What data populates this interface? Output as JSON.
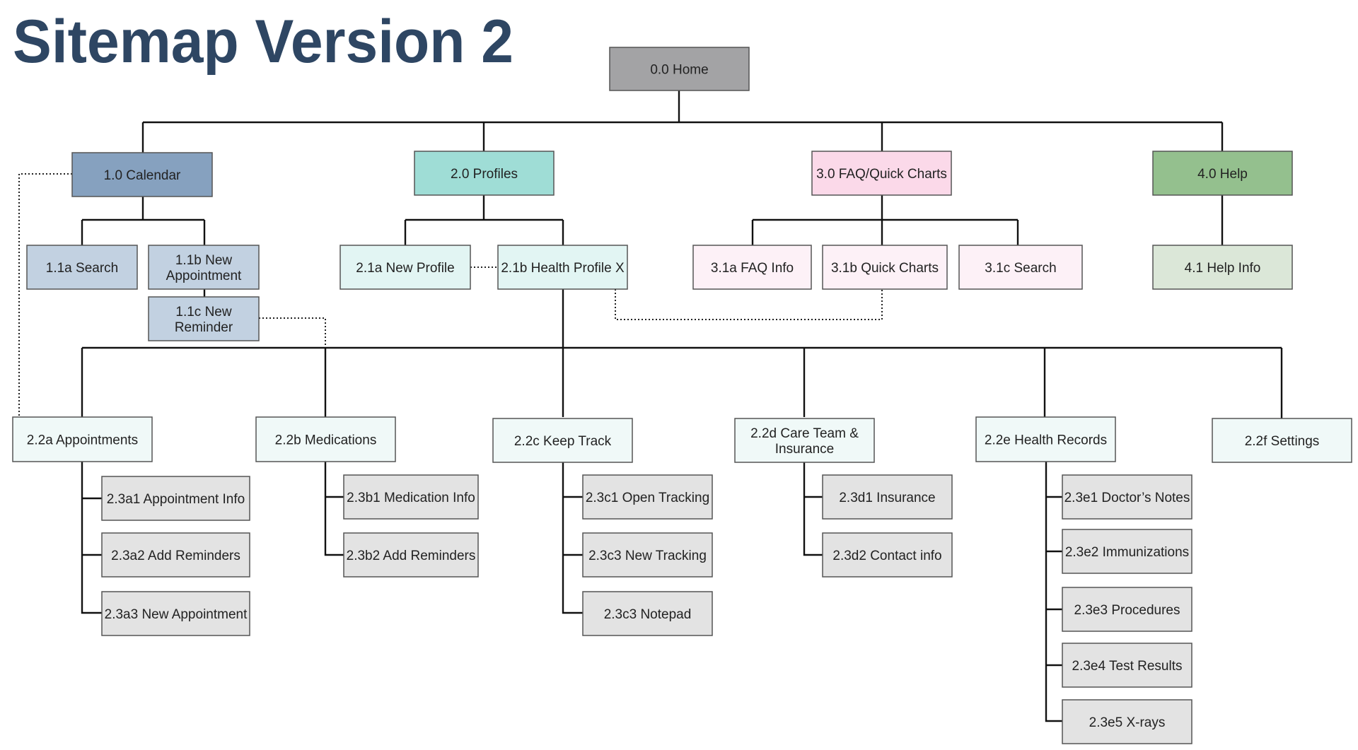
{
  "title": "Sitemap Version 2",
  "colors": {
    "title": "#2e4663",
    "home": "#a3a3a5",
    "calendar": "#86a1bf",
    "calendar_child": "#c2d1e1",
    "profiles": "#9fddd6",
    "profiles_child": "#e2f5f3",
    "profiles_leaf": "#f0f9f8",
    "faq": "#fbd9e9",
    "faq_child": "#fdf1f7",
    "help": "#94c08e",
    "help_child": "#dbe7d8",
    "grey_leaf": "#e3e3e3"
  },
  "nodes": {
    "home": "0.0 Home",
    "calendar": "1.0 Calendar",
    "search_1a": "1.1a Search",
    "new_appointment_1b": [
      "1.1b New",
      "Appointment"
    ],
    "new_reminder_1c": [
      "1.1c New",
      "Reminder"
    ],
    "profiles": "2.0 Profiles",
    "new_profile_2_1a": "2.1a New Profile",
    "health_profile_2_1b": "2.1b Health Profile  X",
    "faq_quick_charts": "3.0 FAQ/Quick Charts",
    "faq_info_3_1a": "3.1a FAQ Info",
    "quick_charts_3_1b": "3.1b Quick Charts",
    "search_3_1c": "3.1c Search",
    "help": "4.0 Help",
    "help_info": "4.1 Help Info",
    "appointments_2_2a": "2.2a Appointments",
    "medications_2_2b": "2.2b Medications",
    "keep_track_2_2c": "2.2c Keep Track",
    "care_team_2_2d": [
      "2.2d Care Team &",
      "Insurance"
    ],
    "health_records_2_2e": "2.2e Health Records",
    "settings_2_2f": "2.2f Settings",
    "appt_info_2_3a1": "2.3a1 Appointment Info",
    "add_reminders_2_3a2": "2.3a2 Add Reminders",
    "new_appointment_2_3a3": "2.3a3 New Appointment",
    "medication_info_2_3b1": "2.3b1 Medication Info",
    "add_reminders_2_3b2": "2.3b2 Add Reminders",
    "open_tracking_2_3c1": "2.3c1 Open Tracking",
    "new_tracking_2_3c3": "2.3c3 New Tracking",
    "notepad_2_3c3": "2.3c3 Notepad",
    "insurance_2_3d1": "2.3d1 Insurance",
    "contact_info_2_3d2": "2.3d2 Contact info",
    "doctors_notes_2_3e1": "2.3e1 Doctor’s Notes",
    "immunizations_2_3e2": "2.3e2 Immunizations",
    "procedures_2_3e3": "2.3e3 Procedures",
    "test_results_2_3e4": "2.3e4 Test Results",
    "xrays_2_3e5": "2.3e5 X-rays"
  }
}
